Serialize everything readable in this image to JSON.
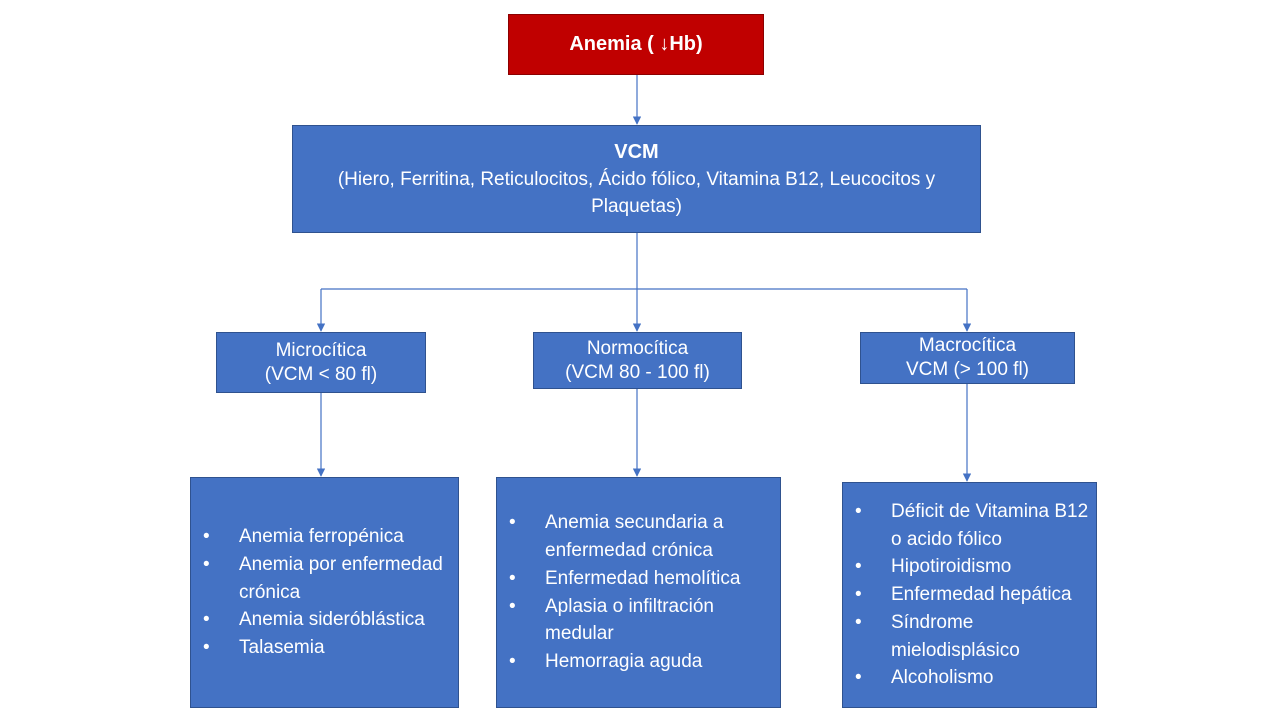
{
  "root": {
    "label": "Anemia ( ↓Hb)"
  },
  "vcm": {
    "title": "VCM",
    "line1": "(Hiero, Ferritina, Reticulocitos, Ácido fólico, Vitamina B12,  Leucocitos y",
    "line2": "Plaquetas)"
  },
  "categories": [
    {
      "name": "Microcítica",
      "range": "(VCM < 80 fl)"
    },
    {
      "name": "Normocítica",
      "range": "(VCM 80 - 100 fl)"
    },
    {
      "name": "Macrocítica",
      "range": "VCM (> 100 fl)"
    }
  ],
  "lists": [
    [
      "Anemia ferropénica",
      "Anemia por enfermedad  crónica",
      "Anemia sideróblástica",
      "Talasemia"
    ],
    [
      "Anemia secundaria a enfermedad  crónica",
      "Enfermedad hemolítica",
      " Aplasia o infiltración medular",
      "Hemorragia aguda"
    ],
    [
      "Déficit de Vitamina B12 o acido fólico",
      "Hipotiroidismo",
      "Enfermedad hepática",
      "Síndrome mielodisplásico",
      "Alcoholismo"
    ]
  ],
  "colors": {
    "root_fill": "#c00000",
    "box_fill": "#4472c4",
    "connector": "#4472c4",
    "text": "#ffffff"
  }
}
